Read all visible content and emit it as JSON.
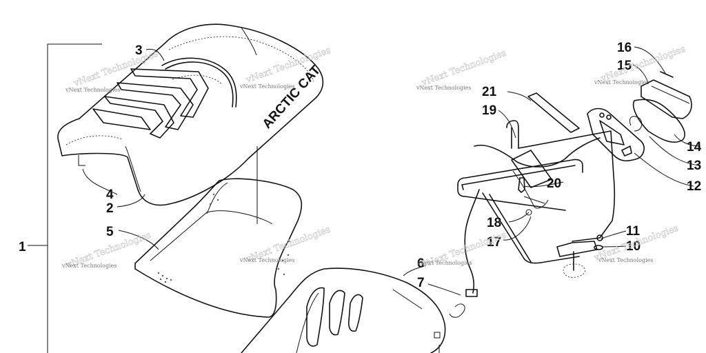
{
  "callouts": [
    "1",
    "2",
    "3",
    "4",
    "5",
    "6",
    "7",
    "10",
    "11",
    "12",
    "13",
    "14",
    "15",
    "16",
    "17",
    "18",
    "19",
    "20",
    "21"
  ],
  "seat_logo": "ARCTIC CAT",
  "watermark": {
    "text": "vNext Technologies",
    "ghost": "vNext Technologies"
  },
  "colors": {
    "line": "#111111",
    "watermark": "#777777",
    "background": "#ffffff"
  }
}
